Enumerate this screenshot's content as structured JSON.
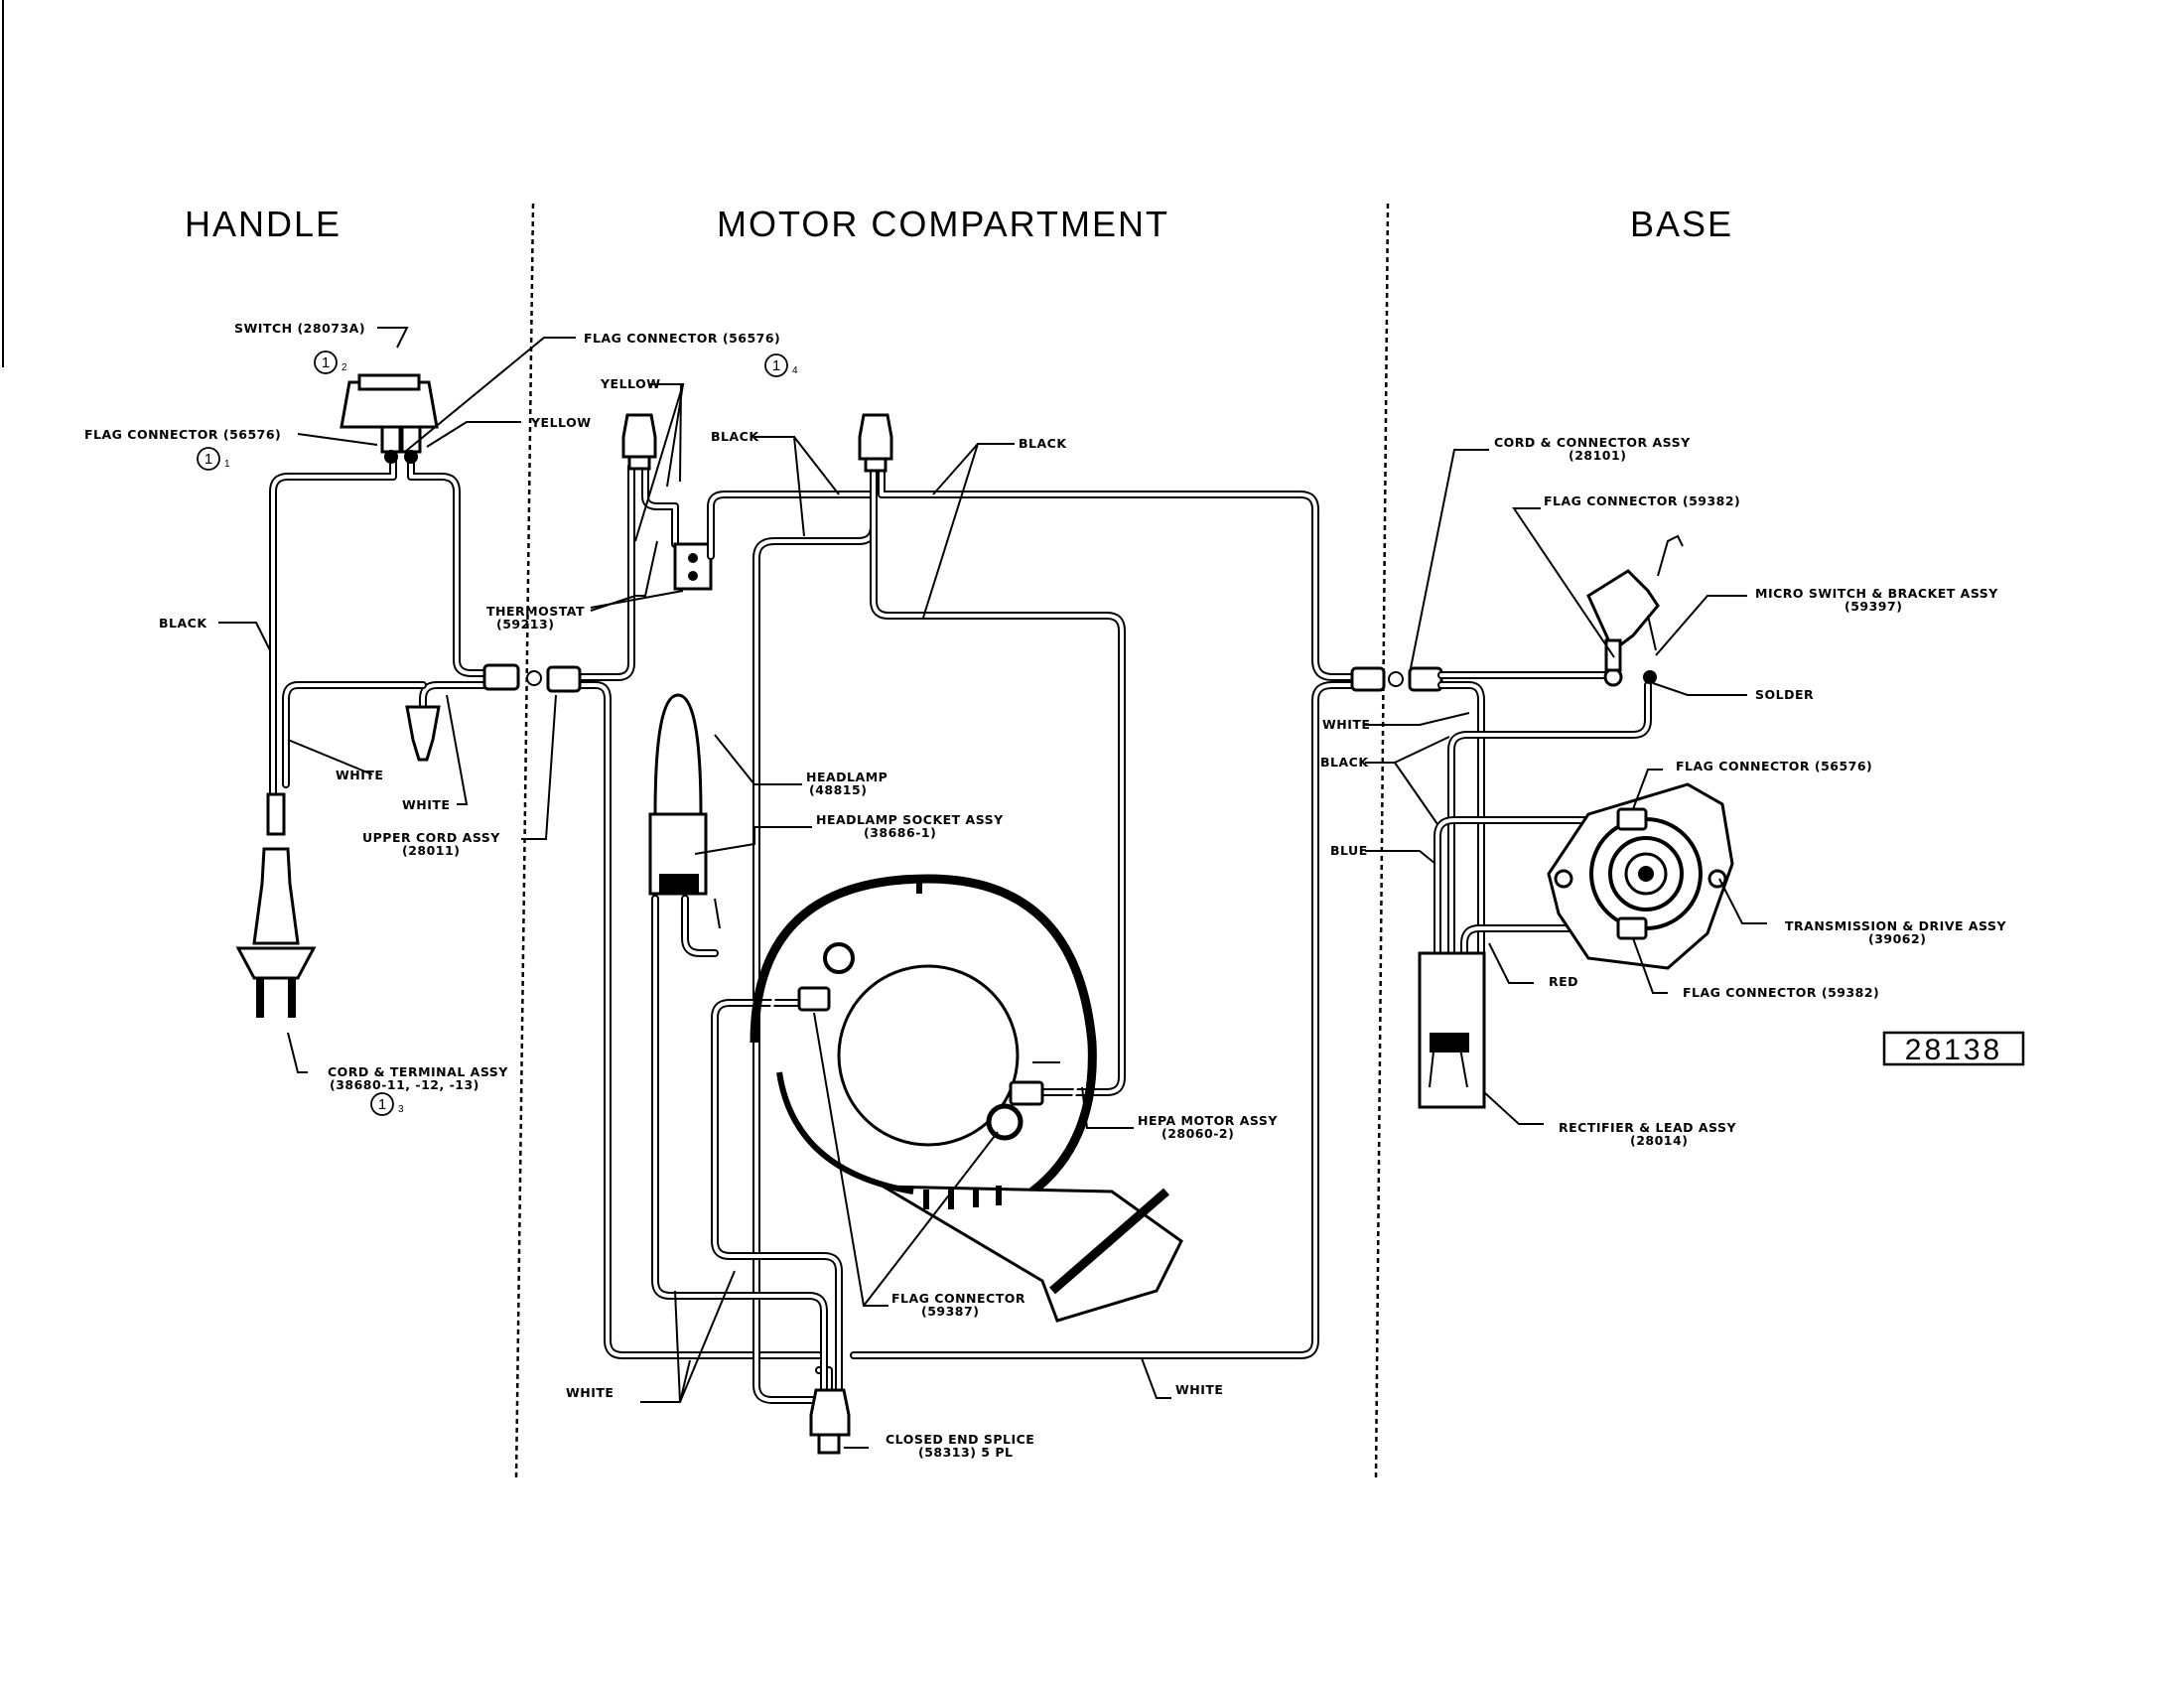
{
  "sections": {
    "handle": "HANDLE",
    "motor": "MOTOR COMPARTMENT",
    "base": "BASE"
  },
  "labels": {
    "switch": "SWITCH (28073A)",
    "flag_connector_handle_top": "FLAG CONNECTOR (56576)",
    "flag_connector_handle_left": "FLAG CONNECTOR (56576)",
    "yellow_1": "YELLOW",
    "yellow_2": "YELLOW",
    "black_1": "BLACK",
    "black_2": "BLACK",
    "black_handle": "BLACK",
    "thermostat_line1": "THERMOSTAT",
    "thermostat_line2": "(59213)",
    "white_handle_1": "WHITE",
    "white_handle_2": "WHITE",
    "upper_cord_line1": "UPPER CORD ASSY",
    "upper_cord_line2": "(28011)",
    "cord_terminal_line1": "CORD & TERMINAL ASSY",
    "cord_terminal_line2": "(38680-11, -12, -13)",
    "headlamp_line1": "HEADLAMP",
    "headlamp_line2": "(48815)",
    "headlamp_socket_line1": "HEADLAMP SOCKET ASSY",
    "headlamp_socket_line2": "(38686-1)",
    "hepa_line1": "HEPA MOTOR ASSY",
    "hepa_line2": "(28060-2)",
    "flag_motor_line1": "FLAG CONNECTOR",
    "flag_motor_line2": "(59387)",
    "white_motor_left": "WHITE",
    "white_motor_right": "WHITE",
    "closed_splice_line1": "CLOSED END SPLICE",
    "closed_splice_line2": "(58313) 5 PL",
    "cord_connector_line1": "CORD & CONNECTOR ASSY",
    "cord_connector_line2": "(28101)",
    "flag_base_top": "FLAG CONNECTOR (59382)",
    "micro_switch_line1": "MICRO SWITCH & BRACKET ASSY",
    "micro_switch_line2": "(59397)",
    "solder": "SOLDER",
    "white_base": "WHITE",
    "black_base": "BLACK",
    "blue_base": "BLUE",
    "flag_base_mid": "FLAG CONNECTOR (56576)",
    "transmission_line1": "TRANSMISSION & DRIVE ASSY",
    "transmission_line2": "(39062)",
    "red_base": "RED",
    "flag_base_low": "FLAG CONNECTOR (59382)",
    "rectifier_line1": "RECTIFIER & LEAD ASSY",
    "rectifier_line2": "(28014)"
  },
  "callouts": [
    {
      "num": "1",
      "sub": "2"
    },
    {
      "num": "1",
      "sub": "4"
    },
    {
      "num": "1",
      "sub": "1"
    },
    {
      "num": "1",
      "sub": "3"
    }
  ],
  "drawing_number": "28138"
}
